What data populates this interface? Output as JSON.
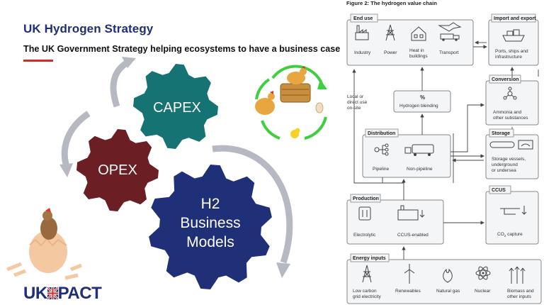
{
  "slide": {
    "title": "UK Hydrogen Strategy",
    "subtitle": "The UK Government Strategy helping ecosystems to have a business case",
    "gears": {
      "capex": "CAPEX",
      "opex": "OPEX",
      "h2_line1": "H2",
      "h2_line2": "Business",
      "h2_line3": "Models"
    },
    "logo": {
      "part1": "UK",
      "part2": "PACT"
    },
    "colors": {
      "title": "#1f2f78",
      "capex_gear": "#157373",
      "opex_gear": "#6b1e23",
      "h2_gear": "#1f2f78",
      "accent_red": "#c9302c"
    }
  },
  "figure": {
    "title": "Figure 2: The hydrogen value chain",
    "end_use": {
      "label": "End use",
      "items": [
        "Industry",
        "Power",
        "Heat in",
        "buildings",
        "Transport"
      ]
    },
    "import_export": {
      "label": "Import and export",
      "lines": [
        "Ports, ships and",
        "infrastructure"
      ]
    },
    "conversion": {
      "label": "Conversion",
      "lines": [
        "Ammonia and",
        "other substances"
      ]
    },
    "blending": {
      "symbol": "%",
      "label": "Hydrogen blending"
    },
    "local_use": [
      "Local or",
      "direct use",
      "on-site"
    ],
    "distribution": {
      "label": "Distribution",
      "items": [
        "Pipeline",
        "Non-pipeline"
      ]
    },
    "storage": {
      "label": "Storage",
      "lines": [
        "Storage vessels,",
        "underground",
        "or undersea"
      ]
    },
    "production": {
      "label": "Production",
      "items": [
        "Electrolytic",
        "CCUS-enabled"
      ]
    },
    "ccus": {
      "label": "CCUS",
      "caption": "CO",
      "caption_sub": "2",
      "caption_tail": " capture"
    },
    "energy_inputs": {
      "label": "Energy inputs",
      "items": [
        "Low carbon",
        "grid electricity",
        "Renewables",
        "Natural gas",
        "Nuclear",
        "Biomass and",
        "other inputs"
      ]
    }
  }
}
